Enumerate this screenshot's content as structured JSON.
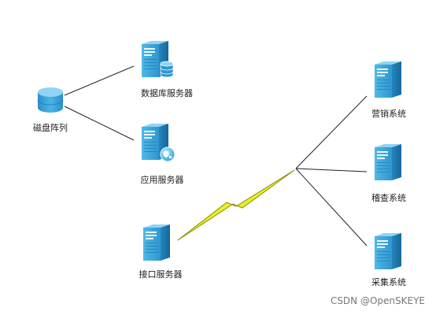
{
  "nodes": {
    "disk_array": {
      "label": "磁盘阵列",
      "icon": "disk-array-icon"
    },
    "db_server": {
      "label": "数据库服务器",
      "icon": "database-server-icon"
    },
    "app_server": {
      "label": "应用服务器",
      "icon": "web-server-icon"
    },
    "interface_server": {
      "label": "接口服务器",
      "icon": "server-icon"
    },
    "marketing_system": {
      "label": "营销系统",
      "icon": "server-icon"
    },
    "audit_system": {
      "label": "稽查系统",
      "icon": "server-icon"
    },
    "collection_system": {
      "label": "采集系统",
      "icon": "server-icon"
    }
  },
  "watermark": "CSDN @OpenSKEYE",
  "colors": {
    "server_front": "#41a9dc",
    "server_side": "#1f7fb5",
    "server_top": "#8fd4f3",
    "lightning_fill": "#e8ee2a",
    "lightning_stroke": "#8a8a00",
    "line": "#222222"
  }
}
